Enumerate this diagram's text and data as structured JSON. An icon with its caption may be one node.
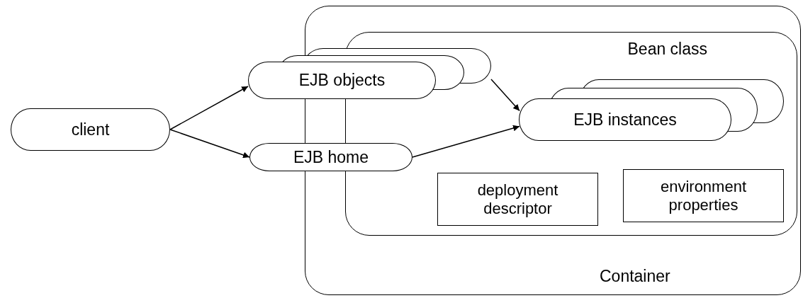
{
  "diagram": {
    "nodes": [
      {
        "text": [
          "client"
        ]
      },
      {
        "text": [
          "EJB objects"
        ]
      },
      {
        "text": [
          "EJB home"
        ]
      },
      {
        "text": [
          "Container"
        ]
      },
      {
        "text": [
          "Bean class"
        ],
        "in": 3
      },
      {
        "text": [
          "EJB instances"
        ],
        "in": 4
      },
      {
        "text": [
          "deployment descriptor"
        ],
        "in": 4
      },
      {
        "text": [
          "environment properties"
        ],
        "in": 4
      }
    ],
    "edges": [
      {
        "from": 0,
        "to": 1,
        "arrow": "to"
      },
      {
        "from": 0,
        "to": 2,
        "arrow": "to"
      },
      {
        "from": 1,
        "to": 5,
        "arrow": "to"
      },
      {
        "from": 2,
        "to": 5,
        "arrow": "to"
      }
    ]
  }
}
